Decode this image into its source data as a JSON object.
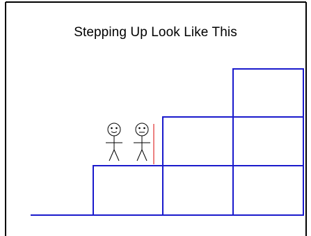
{
  "slide": {
    "title": "Stepping Up Look Like This"
  },
  "colors": {
    "step_outline": "#1a1acc",
    "figure_stroke": "#000000",
    "marker_line": "#e03030",
    "frame": "#000000"
  },
  "icons": {
    "figure_1": "smiling-stick-figure",
    "figure_2": "neutral-stick-figure"
  }
}
